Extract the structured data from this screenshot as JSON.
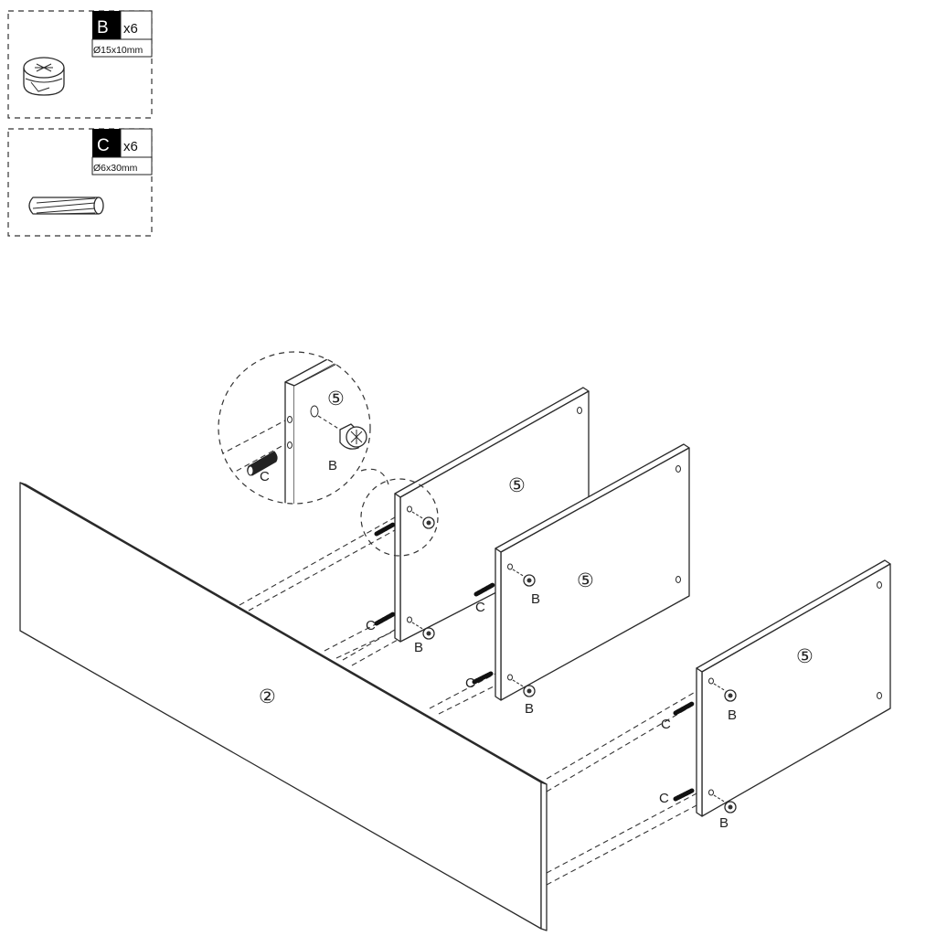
{
  "hardware": [
    {
      "id": "B",
      "letter": "B",
      "quantity": "x6",
      "size": "Ø15x10mm",
      "icon": "cam-lock-fitting-icon"
    },
    {
      "id": "C",
      "letter": "C",
      "quantity": "x6",
      "size": "Ø6x30mm",
      "icon": "wooden-dowel-icon"
    }
  ],
  "panels": {
    "front": {
      "number": "②"
    },
    "dividers": [
      {
        "number": "⑤"
      },
      {
        "number": "⑤"
      },
      {
        "number": "⑤"
      }
    ]
  },
  "detail_callout": {
    "panel_number": "⑤",
    "dowel_label": "C",
    "cam_label": "B"
  },
  "fitting_labels": {
    "cam": "B",
    "dowel": "C"
  },
  "colors": {
    "line": "#2a2a2a",
    "badge_bg": "#000000",
    "background": "#ffffff"
  }
}
